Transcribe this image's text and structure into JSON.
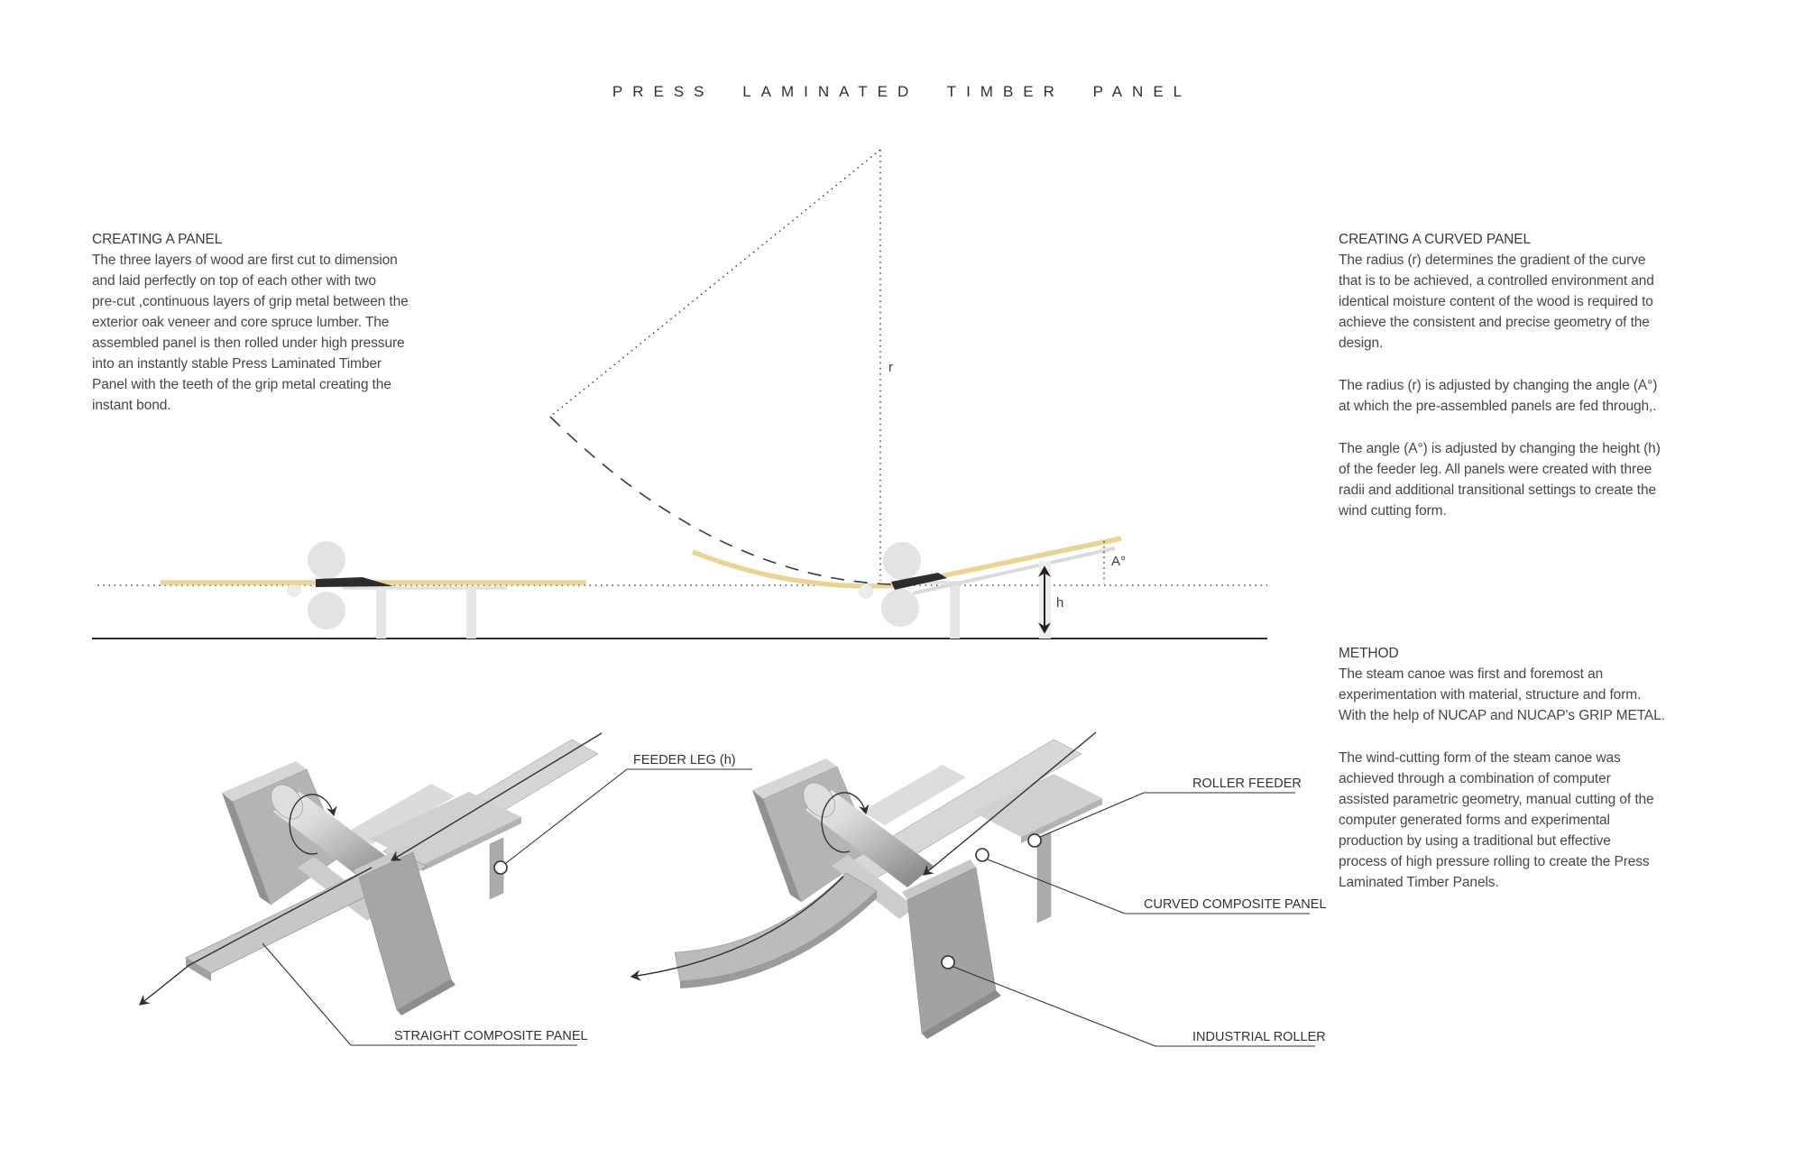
{
  "title": "PRESS LAMINATED TIMBER PANEL",
  "left_block": {
    "heading": "CREATING A PANEL",
    "body_lines": [
      "The three layers of wood are first cut to dimension",
      "and laid perfectly on top of each other with two",
      "pre-cut ,continuous layers of grip metal between the",
      "exterior oak veneer and core spruce lumber. The",
      "assembled panel is then rolled under high pressure",
      "into an instantly stable Press Laminated Timber",
      "Panel with the teeth of the grip metal creating the",
      "instant bond."
    ]
  },
  "right_block": {
    "heading": "CREATING A CURVED PANEL",
    "para1_lines": [
      "The radius (r) determines the gradient of the curve",
      "that is to be achieved, a controlled environment and",
      "identical moisture content of the wood is required to",
      "achieve the consistent and precise geometry of the",
      "design."
    ],
    "para2_lines": [
      "The radius (r) is adjusted by changing the angle (A°)",
      "at which the pre-assembled panels are fed through,."
    ],
    "para3_lines": [
      "The angle (A°) is adjusted by changing the height (h)",
      "of the feeder leg. All panels were created with three",
      "radii and additional transitional settings to create the",
      "wind cutting form."
    ]
  },
  "method_block": {
    "heading": "METHOD",
    "para1_lines": [
      "The steam canoe was first and foremost an",
      "experimentation with material, structure and form.",
      "With the help of NUCAP and NUCAP's GRIP METAL."
    ],
    "para2_lines": [
      "The wind-cutting form of the steam canoe was",
      "achieved through a combination of computer",
      "assisted parametric geometry, manual cutting of the",
      "computer generated forms and experimental",
      "production by using a traditional but effective",
      "process of high pressure rolling to create the Press",
      "Laminated Timber Panels."
    ]
  },
  "diagram": {
    "radius_label": "r",
    "angle_label": "A°",
    "height_label": "h"
  },
  "captions": {
    "feeder_leg": "FEEDER LEG (h)",
    "straight_panel": "STRAIGHT COMPOSITE PANEL",
    "roller_feeder": "ROLLER FEEDER",
    "curved_panel": "CURVED COMPOSITE PANEL",
    "industrial_roller": "INDUSTRIAL ROLLER"
  },
  "colors": {
    "panel_tan": "#e9d397",
    "grip_metal_dark": "#1d1d1d",
    "line_dark": "#2f2f2f",
    "schematic_light_gray": "#e4e4e4",
    "machine_gray": "#b4b7b4"
  }
}
